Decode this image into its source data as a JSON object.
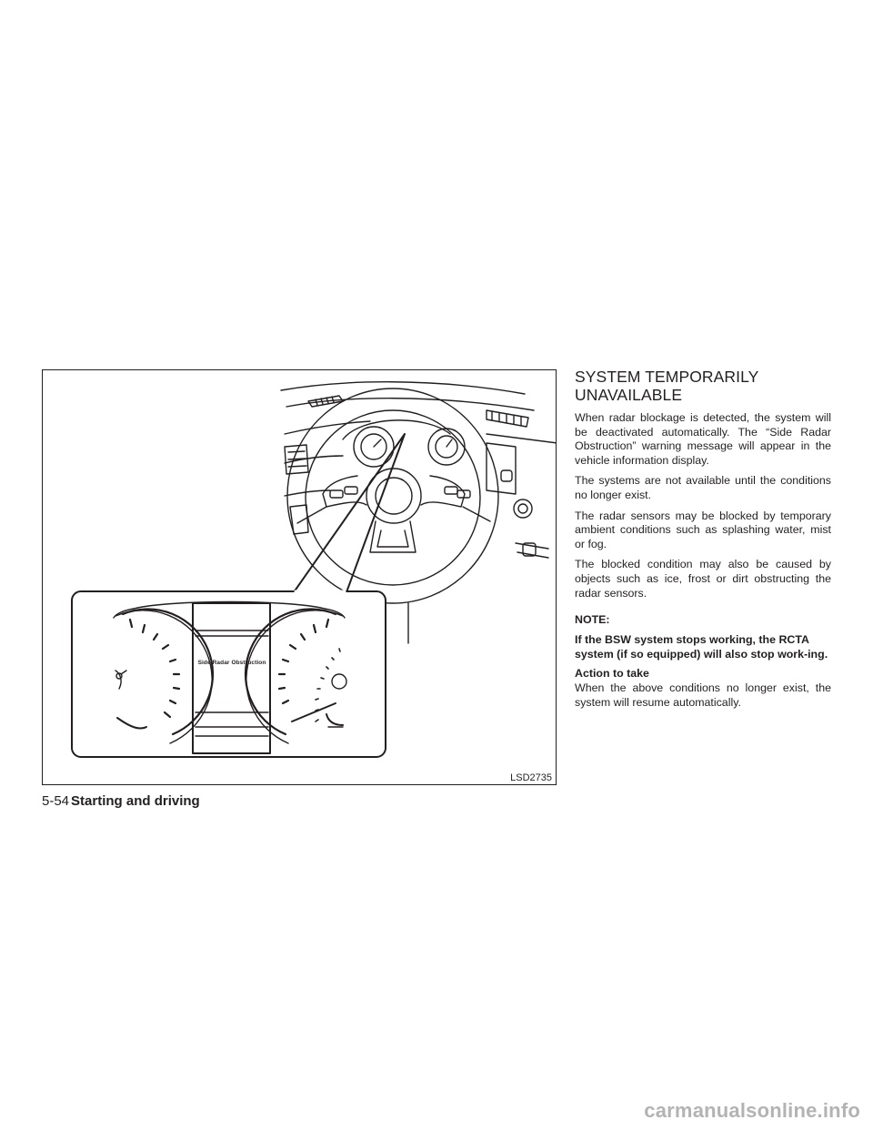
{
  "figure": {
    "display_message": "Side Radar Obstruction",
    "figure_id": "LSD2735"
  },
  "section": {
    "heading_line1": "SYSTEM TEMPORARILY",
    "heading_line2": "UNAVAILABLE",
    "paragraphs": [
      "When radar blockage is detected, the system will be deactivated automatically. The “Side Radar Obstruction” warning message will appear in the vehicle information display.",
      "The systems are not available until the conditions no longer exist.",
      "The radar sensors may be blocked by temporary ambient conditions such as splashing water, mist or fog.",
      "The blocked condition may also be caused by objects such as ice, frost or dirt obstructing the radar sensors."
    ],
    "note_label": "NOTE:",
    "note_text": "If the BSW system stops working, the RCTA system (if so equipped) will also stop work-ing.",
    "action_heading": "Action to take",
    "action_text": "When the above conditions no longer exist, the system will resume automatically."
  },
  "footer": {
    "page_number": "5-54",
    "section_title": "Starting and driving"
  },
  "watermark": "carmanualsonline.info"
}
